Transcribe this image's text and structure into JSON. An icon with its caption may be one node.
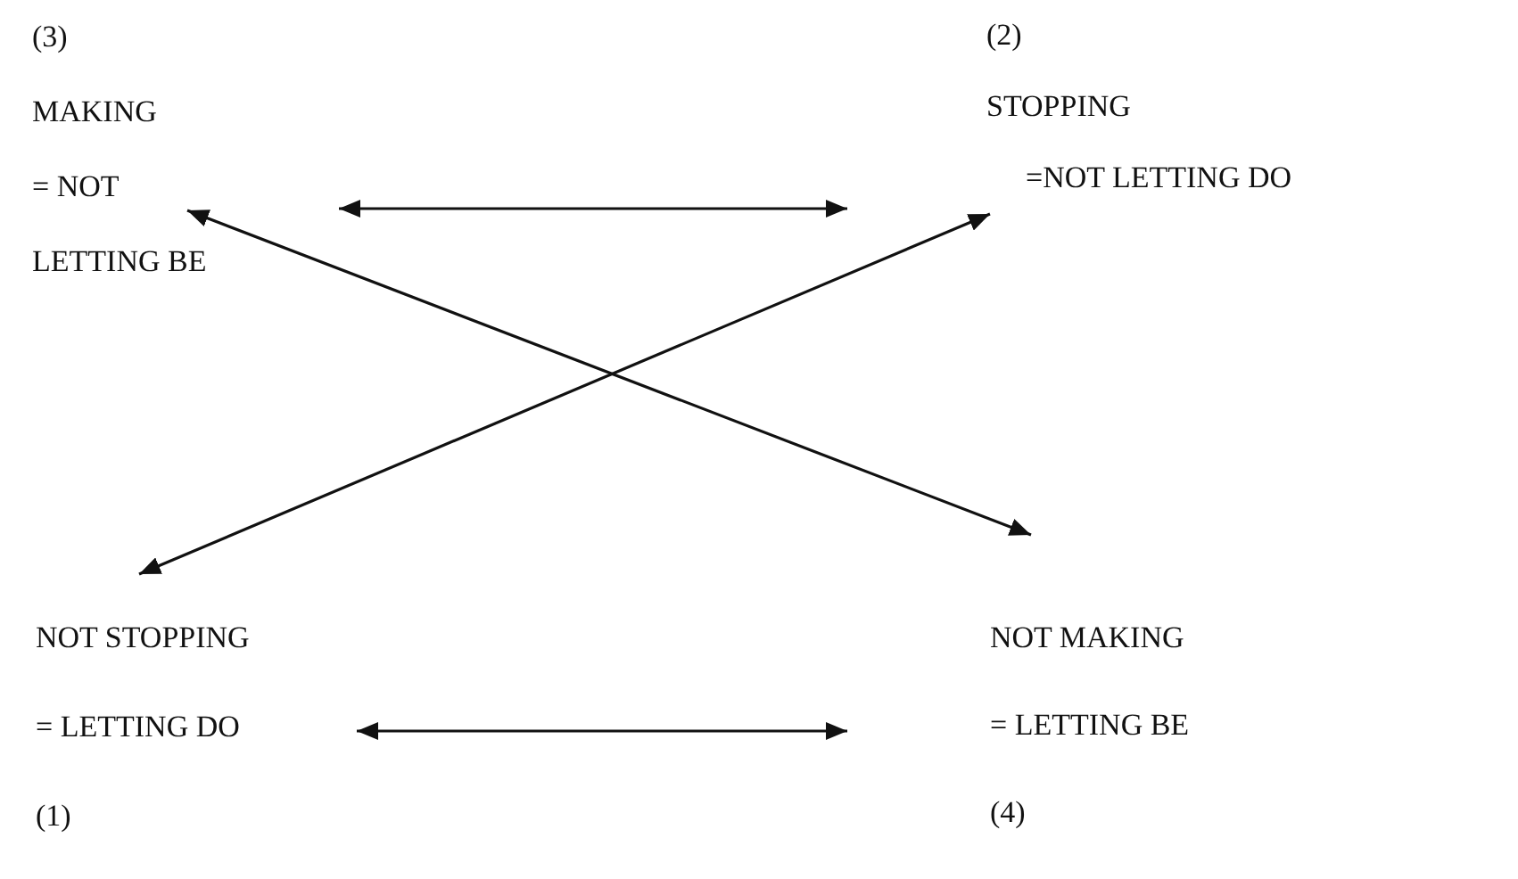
{
  "diagram": {
    "nodes": [
      {
        "text": [
          "(3)",
          "MAKING",
          "= NOT LETTING BE"
        ]
      },
      {
        "text": [
          "(2)",
          "STOPPING",
          "=NOT LETTING DO"
        ]
      },
      {
        "text": [
          "NOT STOPPING",
          "= LETTING DO",
          "(1)"
        ]
      },
      {
        "text": [
          "NOT MAKING",
          "= LETTING BE",
          "(4)"
        ]
      }
    ],
    "edges": [
      {
        "from": 0,
        "to": 1,
        "arrow": "both"
      },
      {
        "from": 2,
        "to": 3,
        "arrow": "both"
      },
      {
        "from": 0,
        "to": 3,
        "arrow": "both"
      },
      {
        "from": 1,
        "to": 2,
        "arrow": "both"
      }
    ]
  }
}
